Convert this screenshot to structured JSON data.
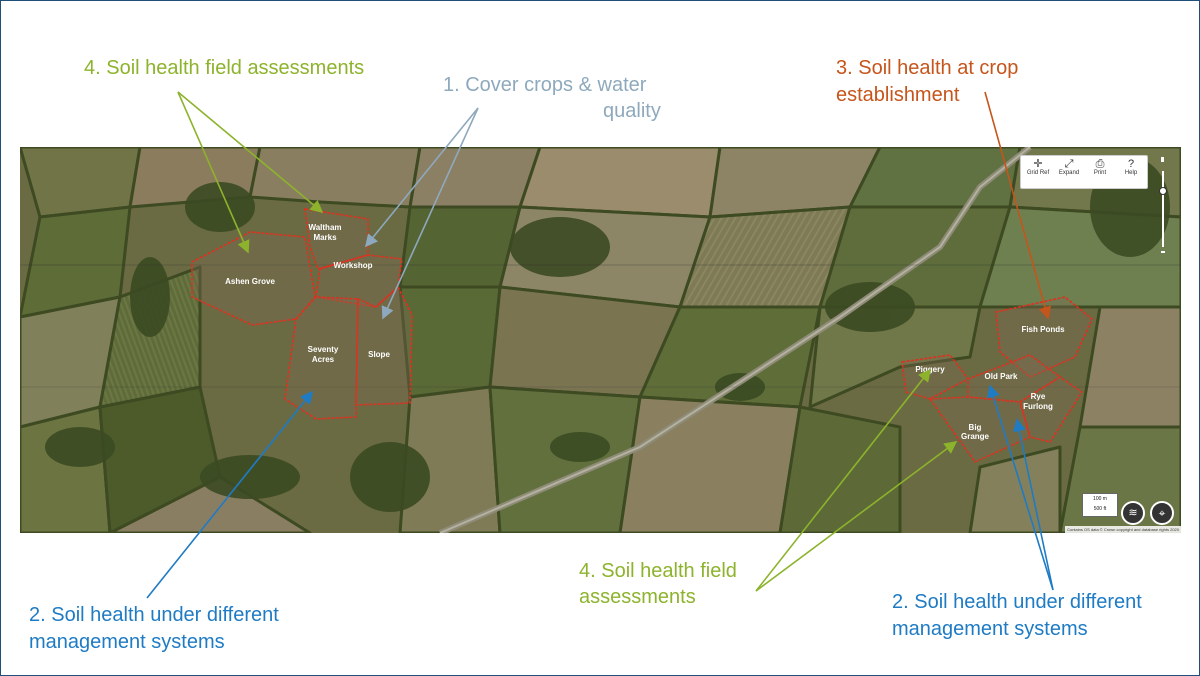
{
  "annotations": {
    "soil_field_top": "4. Soil health field assessments",
    "cover_crops_line1": "1. Cover crops & water",
    "cover_crops_line2": "quality",
    "crop_establishment_line1": "3. Soil health at crop",
    "crop_establishment_line2": "establishment",
    "soil_field_bottom_line1": "4. Soil health field",
    "soil_field_bottom_line2": "assessments",
    "mgmt_left_line1": "2. Soil health under different",
    "mgmt_left_line2": "management systems",
    "mgmt_right_line1": "2. Soil health under different",
    "mgmt_right_line2": "management systems"
  },
  "fields": {
    "ashen_grove": "Ashen Grove",
    "waltham_marks_1": "Waltham",
    "waltham_marks_2": "Marks",
    "workshop": "Workshop",
    "seventy_acres_1": "Seventy",
    "seventy_acres_2": "Acres",
    "slope": "Slope",
    "fish_ponds": "Fish Ponds",
    "piggery": "Piggery",
    "old_park": "Old Park",
    "rye_furlong_1": "Rye",
    "rye_furlong_2": "Furlong",
    "big_grange_1": "Big",
    "big_grange_2": "Grange"
  },
  "map_toolbar": {
    "grid_ref": "Grid Ref",
    "expand": "Expand",
    "print": "Print",
    "help": "Help"
  },
  "scale": {
    "metric": "100 m",
    "imperial": "500 ft"
  },
  "attribution": "Contains OS data © Crown copyright and database rights 2020",
  "colors": {
    "green": "#8db32c",
    "grey": "#8ea9bd",
    "orange": "#c5551a",
    "blue": "#1e7bc4",
    "field_outline": "#e0301e"
  },
  "icons": [
    "grid-ref-icon",
    "expand-icon",
    "print-icon",
    "help-icon",
    "layers-icon",
    "locate-icon"
  ]
}
